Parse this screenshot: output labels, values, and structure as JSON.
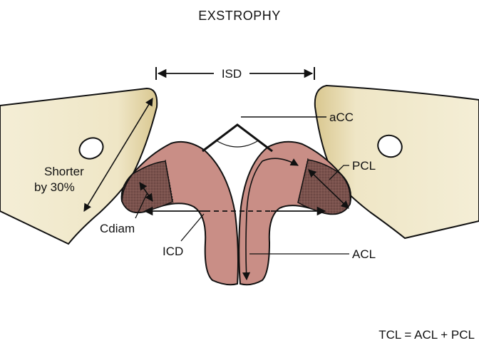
{
  "diagram": {
    "title": "EXSTROPHY",
    "labels": {
      "isd": "ISD",
      "acc": "aCC",
      "pcl": "PCL",
      "acl": "ACL",
      "icd": "ICD",
      "cdiam": "Cdiam",
      "shorter_line1": "Shorter",
      "shorter_line2": "by 30%",
      "formula": "TCL = ACL + PCL"
    },
    "colors": {
      "bone": "#f2ebcf",
      "bone_shade": "#d8c995",
      "corpora": "#c98e86",
      "corpora_dark": "#6e4a46",
      "line": "#111111"
    }
  }
}
